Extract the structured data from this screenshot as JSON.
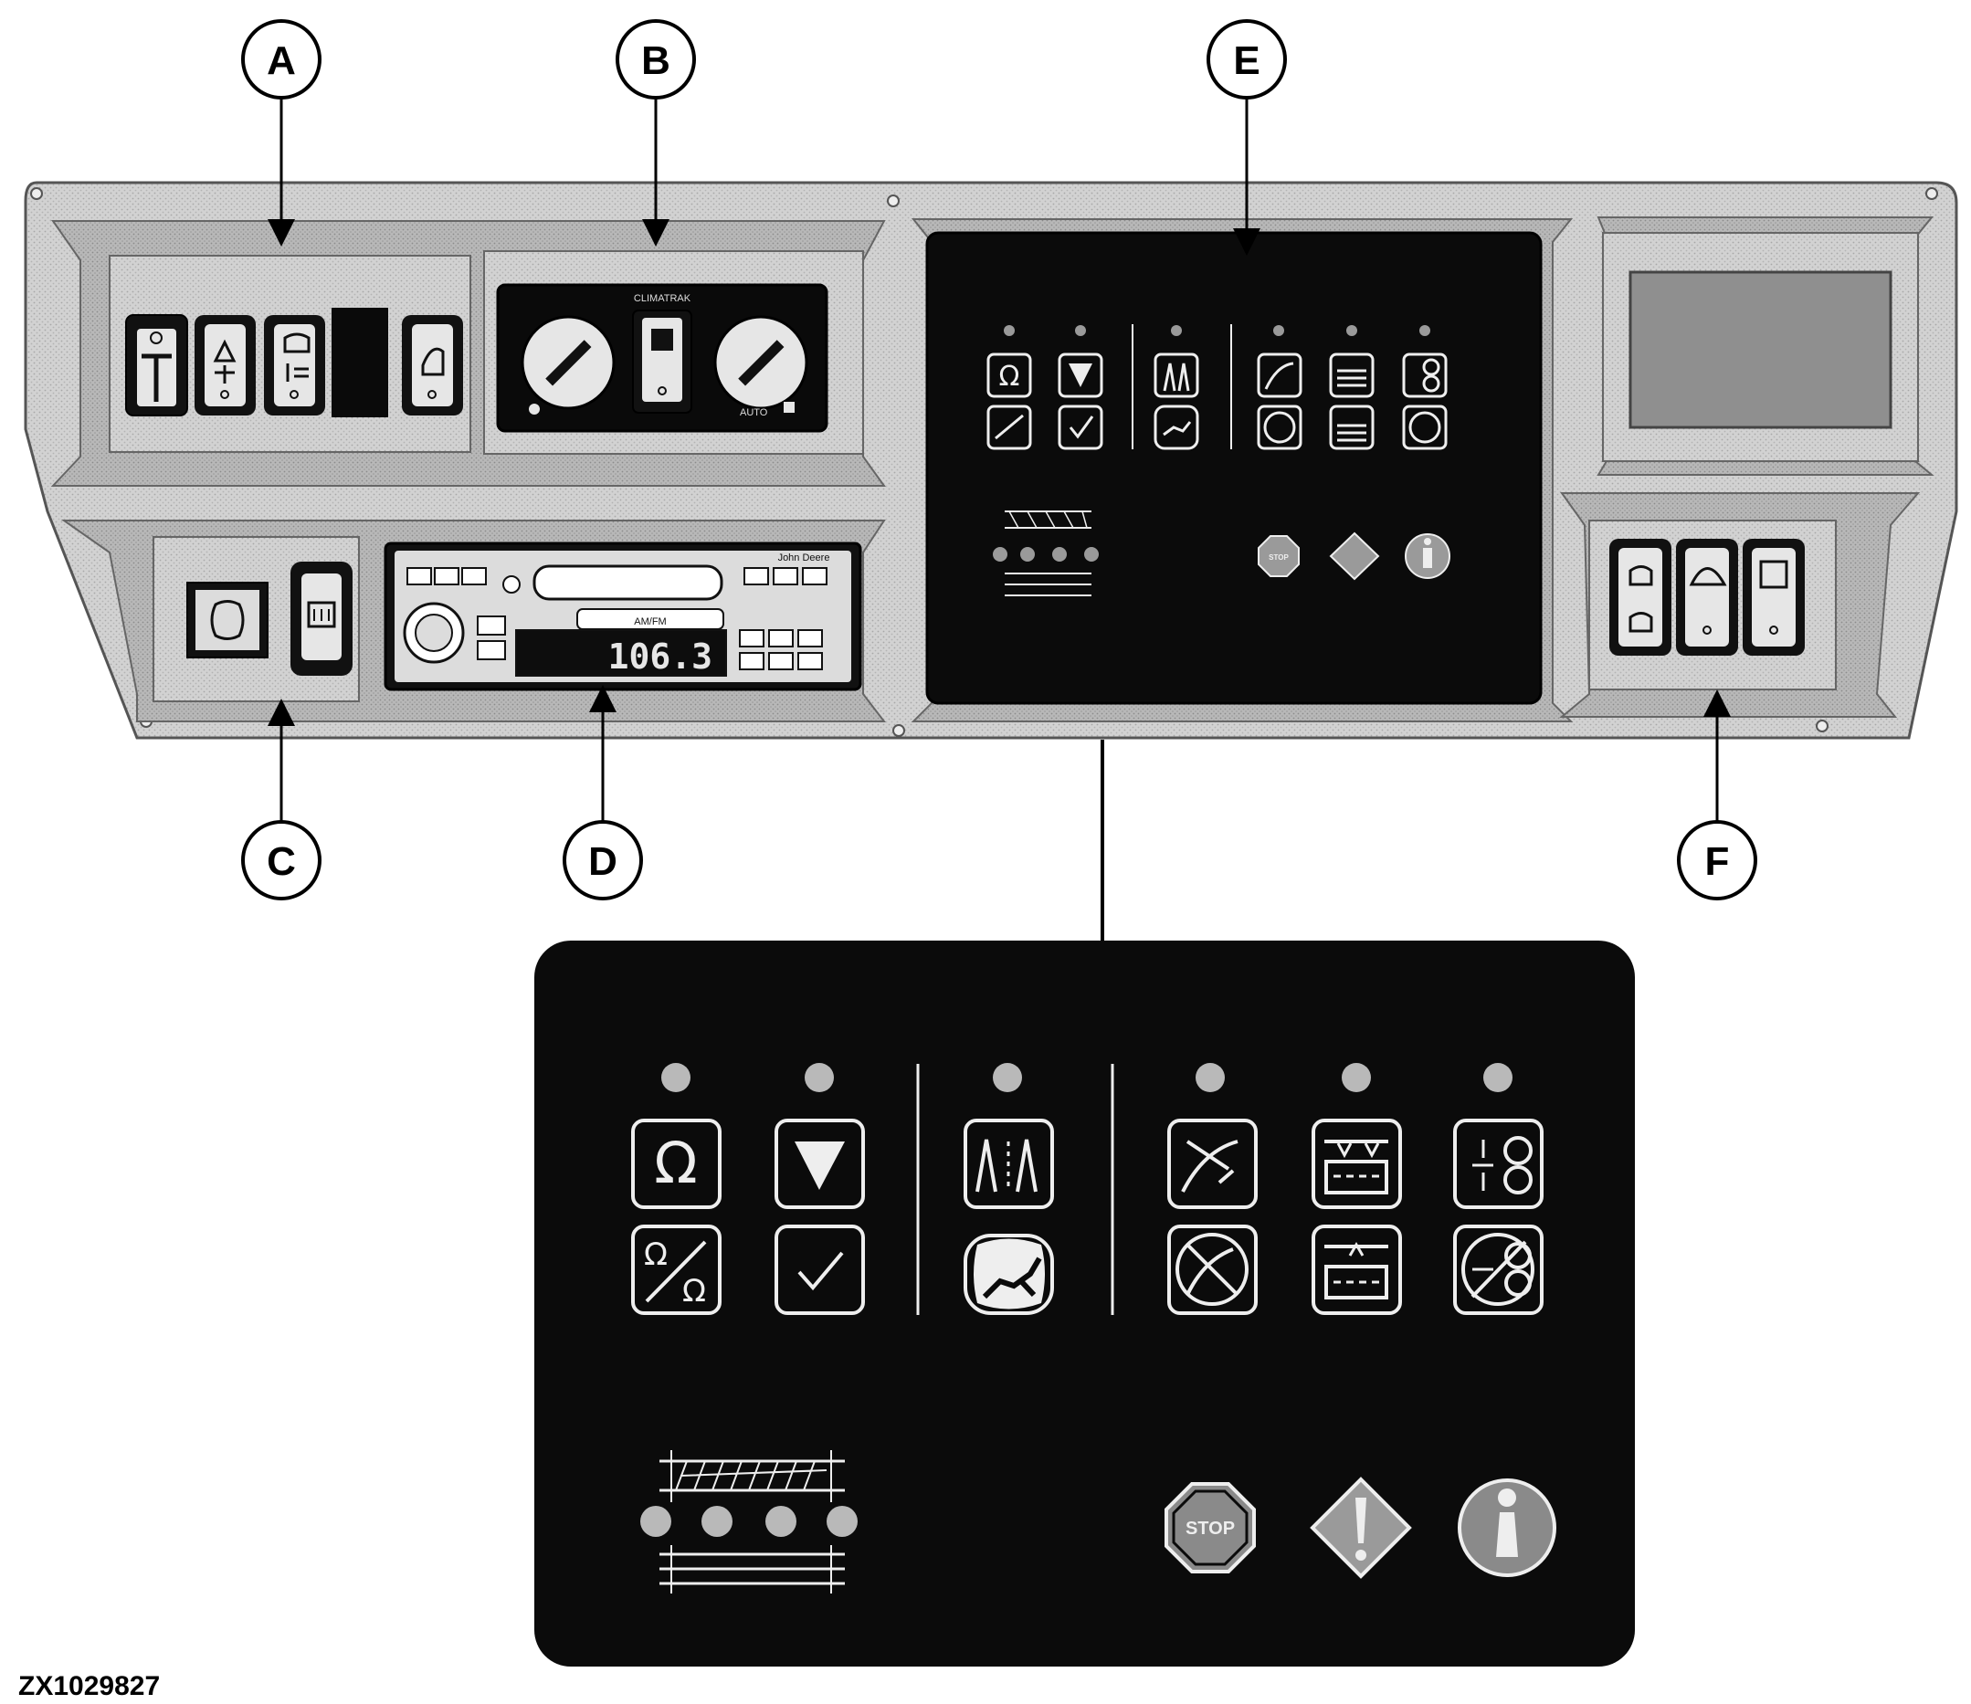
{
  "callouts": {
    "a": "A",
    "b": "B",
    "c": "C",
    "d": "D",
    "e": "E",
    "f": "F"
  },
  "climate": {
    "title": "CLIMATRAK",
    "auto_label": "AUTO"
  },
  "radio": {
    "frequency": "106.3",
    "brand": "John Deere",
    "band_label": "AM/FM"
  },
  "status": {
    "stop_label": "STOP"
  },
  "figure_code": "ZX1029827",
  "colors": {
    "panel": "#cfcfcf",
    "panel_dark": "#9a9a9a",
    "module_bg": "#0b0b0b",
    "indicator": "#b9b9b9"
  },
  "icons": [
    "omega-icon",
    "triangle-down-icon",
    "converge-arrows-icon",
    "deer-logo-icon",
    "hood-tilt-icon",
    "sieve-icon",
    "rotor-spacing-icon",
    "stop-sign-icon",
    "warning-diamond-icon",
    "info-icon",
    "field-pattern-icon"
  ]
}
